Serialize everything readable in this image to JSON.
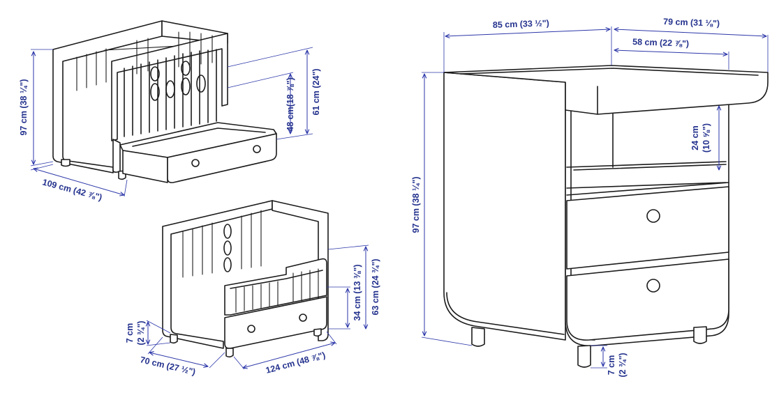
{
  "palette": {
    "line": "#1b1b1b",
    "dimension": "#2b36a8",
    "label": "#25338e",
    "background": "#ffffff"
  },
  "crib_large": {
    "height_total": "97 cm (38 ¼\")",
    "height_upper": "61 cm (24\")",
    "height_mattress": "48 cm(18 ⅞\")",
    "length": "109 cm (42 ⅞\")"
  },
  "crib_small": {
    "leg_height_cm": "7 cm",
    "leg_height_in": "(2 ¾\")",
    "width": "70 cm (27 ½\")",
    "length": "124 cm (48 ⅞\")",
    "height_rail": "34 cm (13 ⅜\")",
    "height_total": "63 cm (24 ¾\")"
  },
  "changing_unit": {
    "width": "85 cm (33 ½\")",
    "depth": "79 cm (31 ⅛\")",
    "top_depth": "58 cm (22 ⅞\")",
    "height_total": "97 cm (38 ¼\")",
    "shelf_cm": "24 cm",
    "shelf_in": "(10 ⅝\")",
    "leg_cm": "7 cm",
    "leg_in": "(2 ¾\")"
  }
}
